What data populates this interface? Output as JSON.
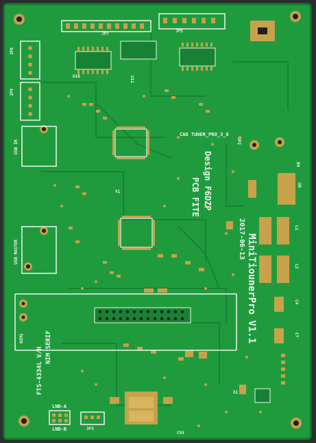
{
  "board": {
    "substrate_color": "#1f9b3e",
    "soldermask_shadow": "#178233",
    "copper_pad_color": "#c7a24a",
    "silkscreen_color": "#f1f4ee",
    "background_color": "#2a2d2e"
  },
  "silkscreen": {
    "designer": "Design F6DZP",
    "pcb_maker": "PCB FITE",
    "product": "MiniTiounerPro V1.1",
    "date": "2017-06-13",
    "tuner_label": "CAO TUNER_PRO_3_8",
    "nim_label": "NIM SERIF",
    "nim_part": "FTS-4334L V/H",
    "lnb_top": "LNB-A",
    "lnb_bottom": "LNB-B",
    "usb_ir": "USB IR",
    "usb_master": "USB MASTER",
    "nim1": "NIM1",
    "jp7": "JP7",
    "jp5": "JP5",
    "jp8": "JP8",
    "jp9": "JP9",
    "jp3": "JP3",
    "jp2": "JP2",
    "l1": "L1",
    "l2": "L2",
    "u8": "U8",
    "d4": "D4",
    "c4": "C4",
    "c7": "C7",
    "u10": "U10",
    "u11": "U11",
    "y1": "Y1",
    "x1": "X1",
    "c55": "C55"
  }
}
